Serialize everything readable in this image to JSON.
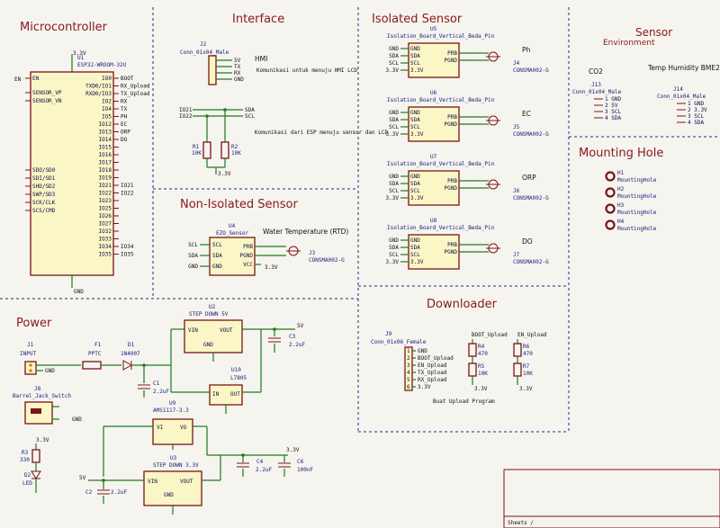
{
  "sections": {
    "microcontroller": "Microcontroller",
    "interface": "Interface",
    "isolated_sensor": "Isolated Sensor",
    "sensor": "Sensor",
    "environment": "Environment",
    "non_isolated_sensor": "Non-Isolated Sensor",
    "mounting_hole": "Mounting Hole",
    "power": "Power",
    "downloader": "Downloader"
  },
  "mcu": {
    "ref": "U1",
    "value": "ESP32-WROOM-32U",
    "supply": "3.3V",
    "gnd": "GND",
    "left_pins": [
      "EN",
      "SENSOR_VP",
      "SENSOR_VN",
      "SDO/SD0",
      "SDI/SD1",
      "SHD/SD2",
      "SWP/SD3",
      "SCK/CLK",
      "SCS/CMD"
    ],
    "right_pins": [
      "IO0",
      "TXD0/IO1",
      "RXD0/IO3",
      "IO2",
      "IO4",
      "IO5",
      "IO12",
      "IO13",
      "IO14",
      "IO15",
      "IO16",
      "IO17",
      "IO18",
      "IO19",
      "IO21",
      "IO22",
      "IO23",
      "IO25",
      "IO26",
      "IO27",
      "IO32",
      "IO33",
      "IO34",
      "IO35"
    ],
    "right_nets": [
      "BOOT",
      "RX_Upload",
      "TX_Upload",
      "RX",
      "TX",
      "PH",
      "EC",
      "ORP",
      "DO",
      "IO21",
      "IO22",
      "IO34",
      "IO35"
    ],
    "en_net": "EN"
  },
  "hmi": {
    "ref": "J2",
    "value": "Conn_01x04_Male",
    "title": "HMI",
    "pins": [
      "5V",
      "TX",
      "RX",
      "GND"
    ],
    "note": "Komunikasi untuk menuju HMI LCD"
  },
  "i2c": {
    "io21": "IO21",
    "io22": "IO22",
    "sda": "SDA",
    "scl": "SCL",
    "r1_ref": "R1",
    "r1_val": "10K",
    "r2_ref": "R2",
    "r2_val": "10K",
    "supply": "3.3V",
    "note": "Komunikasi dari ESP menuju sensor dan LCD"
  },
  "isolated": [
    {
      "ref": "U5",
      "value": "Isolation_Board_Vertical_Beda_Pin",
      "name": "Ph",
      "conn": "J4",
      "conn_val": "CONSMA002-G"
    },
    {
      "ref": "U6",
      "value": "Isolation_Board_Vertical_Beda_Pin",
      "name": "EC",
      "conn": "J5",
      "conn_val": "CONSMA002-G"
    },
    {
      "ref": "U7",
      "value": "Isolation_Board_Vertical_Beda_Pin",
      "name": "ORP",
      "conn": "J6",
      "conn_val": "CONSMA002-G"
    },
    {
      "ref": "U8",
      "value": "Isolation_Board_Vertical_Beda_Pin",
      "name": "DO",
      "conn": "J7",
      "conn_val": "CONSMA002-G"
    }
  ],
  "iso_pins": {
    "left": [
      "GND",
      "SDA",
      "SCL",
      "3.3V"
    ],
    "right": [
      "PRB",
      "PGND"
    ]
  },
  "env": {
    "co2": {
      "title": "CO2",
      "ref": "J13",
      "value": "Conn_01x04_Male",
      "pins": [
        "GND",
        "5V",
        "SCL",
        "SDA"
      ]
    },
    "bme": {
      "title": "Temp Humidity BME280",
      "ref": "J14",
      "value": "Conn_01x04_Male",
      "pins": [
        "GND",
        "3.3V",
        "SCL",
        "SDA"
      ]
    }
  },
  "holes": [
    {
      "ref": "H1",
      "value": "MountingHole"
    },
    {
      "ref": "H2",
      "value": "MountingHole"
    },
    {
      "ref": "H3",
      "value": "MountingHole"
    },
    {
      "ref": "H4",
      "value": "MountingHole"
    }
  ],
  "nonisolated": {
    "ref": "U4",
    "value": "EZO_Sensor",
    "left": [
      "SCL",
      "SDA",
      "GND"
    ],
    "right": [
      "PRB",
      "PGND",
      "VCC"
    ],
    "title": "Water Temperature (RTD)",
    "conn": "J3",
    "conn_val": "CONSMA002-G",
    "supply": "3.3V"
  },
  "power": {
    "j1_ref": "J1",
    "j1_val": "INPUT",
    "f1_ref": "F1",
    "f1_val": "PPTC",
    "d1_ref": "D1",
    "d1_val": "1N4007",
    "c1_ref": "C1",
    "c1_val": "2.2uF",
    "u2_ref": "U2",
    "u2_val": "STEP DOWN 5V",
    "c3_ref": "C3",
    "c3_val": "2.2uF",
    "u10_ref": "U10",
    "u10_val": "L7805",
    "u9_ref": "U9",
    "u9_val": "AMS1117-3.3",
    "u3_ref": "U3",
    "u3_val": "STEP DOWN 3.3V",
    "c2_ref": "C2",
    "c2_val": "2.2uF",
    "c4_ref": "C4",
    "c4_val": "2.2uF",
    "c6_ref": "C6",
    "c6_val": "100nF",
    "j8_ref": "J8",
    "j8_val": "Barrel_Jack_Switch",
    "r3_ref": "R3",
    "r3_val": "330",
    "d2_ref": "D2",
    "d2_val": "LED",
    "vin": "VIN",
    "vout": "VOUT",
    "gnd": "GND",
    "in": "IN",
    "out": "OUT",
    "vi": "VI",
    "vo": "VO",
    "net_5v": "5V",
    "net_33": "3.3V"
  },
  "downloader": {
    "ref": "J9",
    "value": "Conn_01x06_Female",
    "pins": [
      "GND",
      "BOOT_Upload",
      "EN_Upload",
      "TX_Upload",
      "RX_Upload",
      "3.3V"
    ],
    "boot_net": "BOOT_Upload",
    "en_net": "EN_Upload",
    "r4_ref": "R4",
    "r4_val": "470",
    "r5_ref": "R5",
    "r5_val": "10K",
    "r6_ref": "R6",
    "r6_val": "470",
    "r7_ref": "R7",
    "r7_val": "10K",
    "supply": "3.3V",
    "note": "Buat Upload Program"
  },
  "footer": {
    "sheets": "Sheets /"
  }
}
